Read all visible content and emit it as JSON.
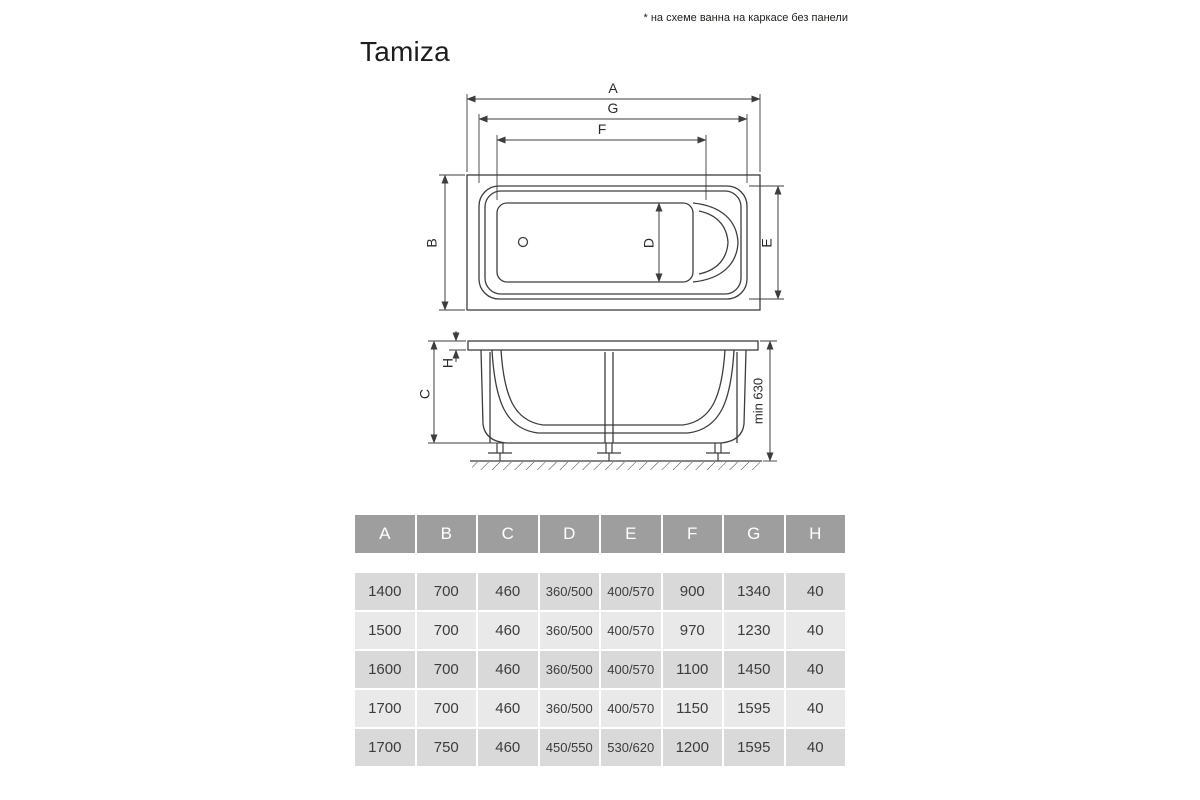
{
  "page": {
    "title": "Tamiza",
    "footnote": "* на схеме ванна на каркасе без панели"
  },
  "diagram": {
    "top_view": {
      "a": "A",
      "g": "G",
      "f": "F",
      "b": "B",
      "d": "D",
      "e": "E"
    },
    "side_view": {
      "h": "H",
      "c": "C",
      "min_height": "min 630"
    }
  },
  "table": {
    "headers": [
      "A",
      "B",
      "C",
      "D",
      "E",
      "F",
      "G",
      "H"
    ],
    "rows": [
      [
        "1400",
        "700",
        "460",
        "360/500",
        "400/570",
        "900",
        "1340",
        "40"
      ],
      [
        "1500",
        "700",
        "460",
        "360/500",
        "400/570",
        "970",
        "1230",
        "40"
      ],
      [
        "1600",
        "700",
        "460",
        "360/500",
        "400/570",
        "1100",
        "1450",
        "40"
      ],
      [
        "1700",
        "700",
        "460",
        "360/500",
        "400/570",
        "1150",
        "1595",
        "40"
      ],
      [
        "1700",
        "750",
        "460",
        "450/550",
        "530/620",
        "1200",
        "1595",
        "40"
      ]
    ]
  },
  "colors": {
    "header_bg": "#9e9e9e",
    "row_dark": "#d9d9d9",
    "row_light": "#e9e9e9",
    "line": "#3d3d3d",
    "text": "#3c3c3b"
  }
}
